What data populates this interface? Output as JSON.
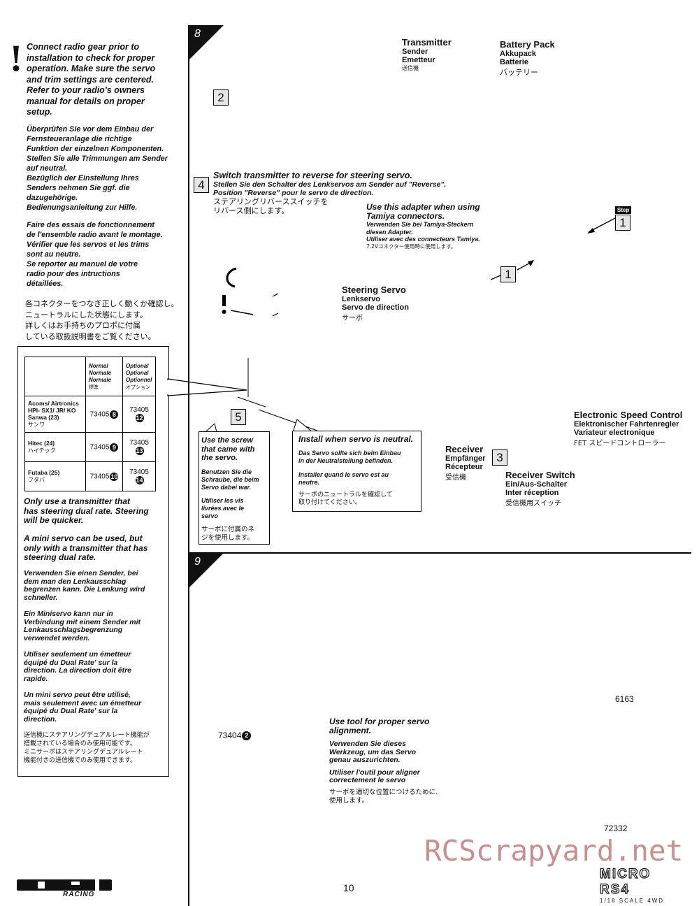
{
  "left": {
    "intro_en": "Connect radio gear prior to\ninstallation to check for proper\noperation.  Make sure the servo\nand trim settings are centered.\nRefer to your radio's owners\nmanual for details on proper\nsetup.",
    "intro_de": "Überprüfen Sie vor dem Einbau der\nFernsteueranlage die richtige\nFunktion der einzelnen Komponenten.\nStellen Sie alle Trimmungen am Sender\nauf neutral.\nBezüglich der Einstellung Ihres\nSenders nehmen Sie ggf. die\ndazugehörige.\nBedienungsanleitung zur Hilfe.",
    "intro_fr": "Faire des essais de fonctionnement\nde l'ensemble radio avant le montage.\nVérifier que les servos et les trims\nsont au neutre.\nSe reporter au manuel de votre\nradio pour des intructions\ndétaillées.",
    "intro_jp": "各コネクターをつなぎ正しく動くか確認し。\nニュートラルにした状態にします。\n詳しくはお手持ちのプロポに付属\nしている取扱説明書をご覧ください。",
    "table": {
      "headers": {
        "normal": "Normal\nNormale\nNormale",
        "normal_jp": "標準",
        "optional": "Optional\nOptional\nOptionnel",
        "optional_jp": "オプション"
      },
      "rows": [
        {
          "brand": "Acoms/ Airtronics\nHPI- SX1/ JR/ KO\nSanwa (23)",
          "brand_jp": "サンワ",
          "normal_part": "73405",
          "normal_ref": "8",
          "optional_part": "73405",
          "optional_ref": "12"
        },
        {
          "brand": "Hitec (24)",
          "brand_jp": "ハイテック",
          "normal_part": "73405",
          "normal_ref": "9",
          "optional_part": "73405",
          "optional_ref": "13"
        },
        {
          "brand": "Futaba (25)",
          "brand_jp": "フタバ",
          "normal_part": "73405",
          "normal_ref": "10",
          "optional_part": "73405",
          "optional_ref": "14"
        }
      ]
    },
    "note1_en": "Only use a transmitter that\nhas steering dual rate. Steering\nwill be quicker.",
    "note2_en": "A mini servo can be used, but\nonly with a transmitter that has\nsteering dual rate.",
    "note1_de": "Verwenden Sie einen Sender, bei\ndem man den Lenkausschlag\nbegrenzen kann. Die Lenkung wird\nschneller.",
    "note2_de": "Ein Miniservo kann nur in\nVerbindung mit einem Sender mit\nLenkausschlagsbegrenzung\nverwendet werden.",
    "note1_fr": "Utiliser seulement un émetteur\néquipé du Dual Rate' sur la\ndirection. La direction doit être\nrapide.",
    "note2_fr": "Un mini servo peut être utilisé,\nmais seulement avec un émetteur\néquipé du Dual Rate' sur la\ndirection.",
    "note_jp": "送信機にステアリングデュアルレート機能が\n搭載されている場合のみ使用可能です。\nミニサーボはステアリングデュアルレート\n機能付きの送信機でのみ使用できます。"
  },
  "step8": {
    "number": "8",
    "transmitter": {
      "en": "Transmitter",
      "de": "Sender",
      "fr": "Emetteur",
      "jp": "送信機"
    },
    "battery": {
      "en": "Battery Pack",
      "de": "Akkupack",
      "fr": "Batterie",
      "jp": "バッテリー"
    },
    "sub2": "2",
    "sub4": "4",
    "reverse": {
      "en": "Switch transmitter to reverse for steering servo.",
      "de": "Stellen Sie den Schalter des Lenkservos am Sender auf \"Reverse\".",
      "fr": "Position \"Reverse\" pour le servo de direction.",
      "jp": "ステアリングリバーススイッチを\nリバース側にします。"
    },
    "adapter": {
      "en": "Use this adapter when using\nTamiya connectors.",
      "de": "Verwenden Sie bei Tamiya-Steckern\ndiesen Adapter.",
      "fr": "Utiliser avec des connecteurs Tamiya.",
      "jp": "7.2Vコネクター使用時に使用します。"
    },
    "step_label": "Step",
    "step_num": "1",
    "sub1": "1",
    "steering_servo": {
      "en": "Steering Servo",
      "de": "Lenkservo",
      "fr": "Servo de direction",
      "jp": "サーボ"
    },
    "sub5": "5",
    "screw": {
      "en": "Use the screw\nthat came with\nthe servo.",
      "de": "Benutzen Sie die\nSchraube, die beim\nServo dabei war.",
      "fr": "Utiliser les vis\nlivrées avec le\nservo",
      "jp": "サーボに付属のネ\nジを使用します。"
    },
    "neutral": {
      "en": "Install when servo is neutral.",
      "de": "Das Servo sollte sich beim Einbau\nin der Neutralstellung befinden.",
      "fr": "Installer quand le servo est au\nneutre.",
      "jp": "サーボのニュートラルを確認して\n取り付けてください。"
    },
    "receiver": {
      "en": "Receiver",
      "de": "Empfänger",
      "fr": "Récepteur",
      "jp": "受信機"
    },
    "sub3": "3",
    "esc": {
      "en": "Electronic Speed Control",
      "de": "Elektronischer Fahrtenregler",
      "fr": "Variateur electronique",
      "jp": "FET スピードコントローラー"
    },
    "switch": {
      "en": "Receiver Switch",
      "de": "Ein/Aus-Schalter",
      "fr": "Inter réception",
      "jp": "受信機用スイッチ"
    }
  },
  "step9": {
    "number": "9",
    "part_6163": "6163",
    "part_73404": "73404",
    "part_73404_ref": "2",
    "tool": {
      "en": "Use tool for proper servo\nalignment.",
      "de": "Verwenden Sie dieses\nWerkzeug, um das Servo\ngenau auszurichten.",
      "fr": "Utiliser l'outil pour aligner\ncorrectement le servo",
      "jp": "サーボを適切な位置につけるために、\n使用します。"
    },
    "part_72332": "72332"
  },
  "footer": {
    "page": "10",
    "watermark": "RCScrapyard.net",
    "brand_logo": "HPI",
    "brand_sub": "RACING",
    "product_logo": "MICRO RS4",
    "product_sub": "1/18 SCALE 4WD"
  },
  "colors": {
    "watermark": "#c98f8f",
    "box_fill": "#e6e6e6"
  }
}
